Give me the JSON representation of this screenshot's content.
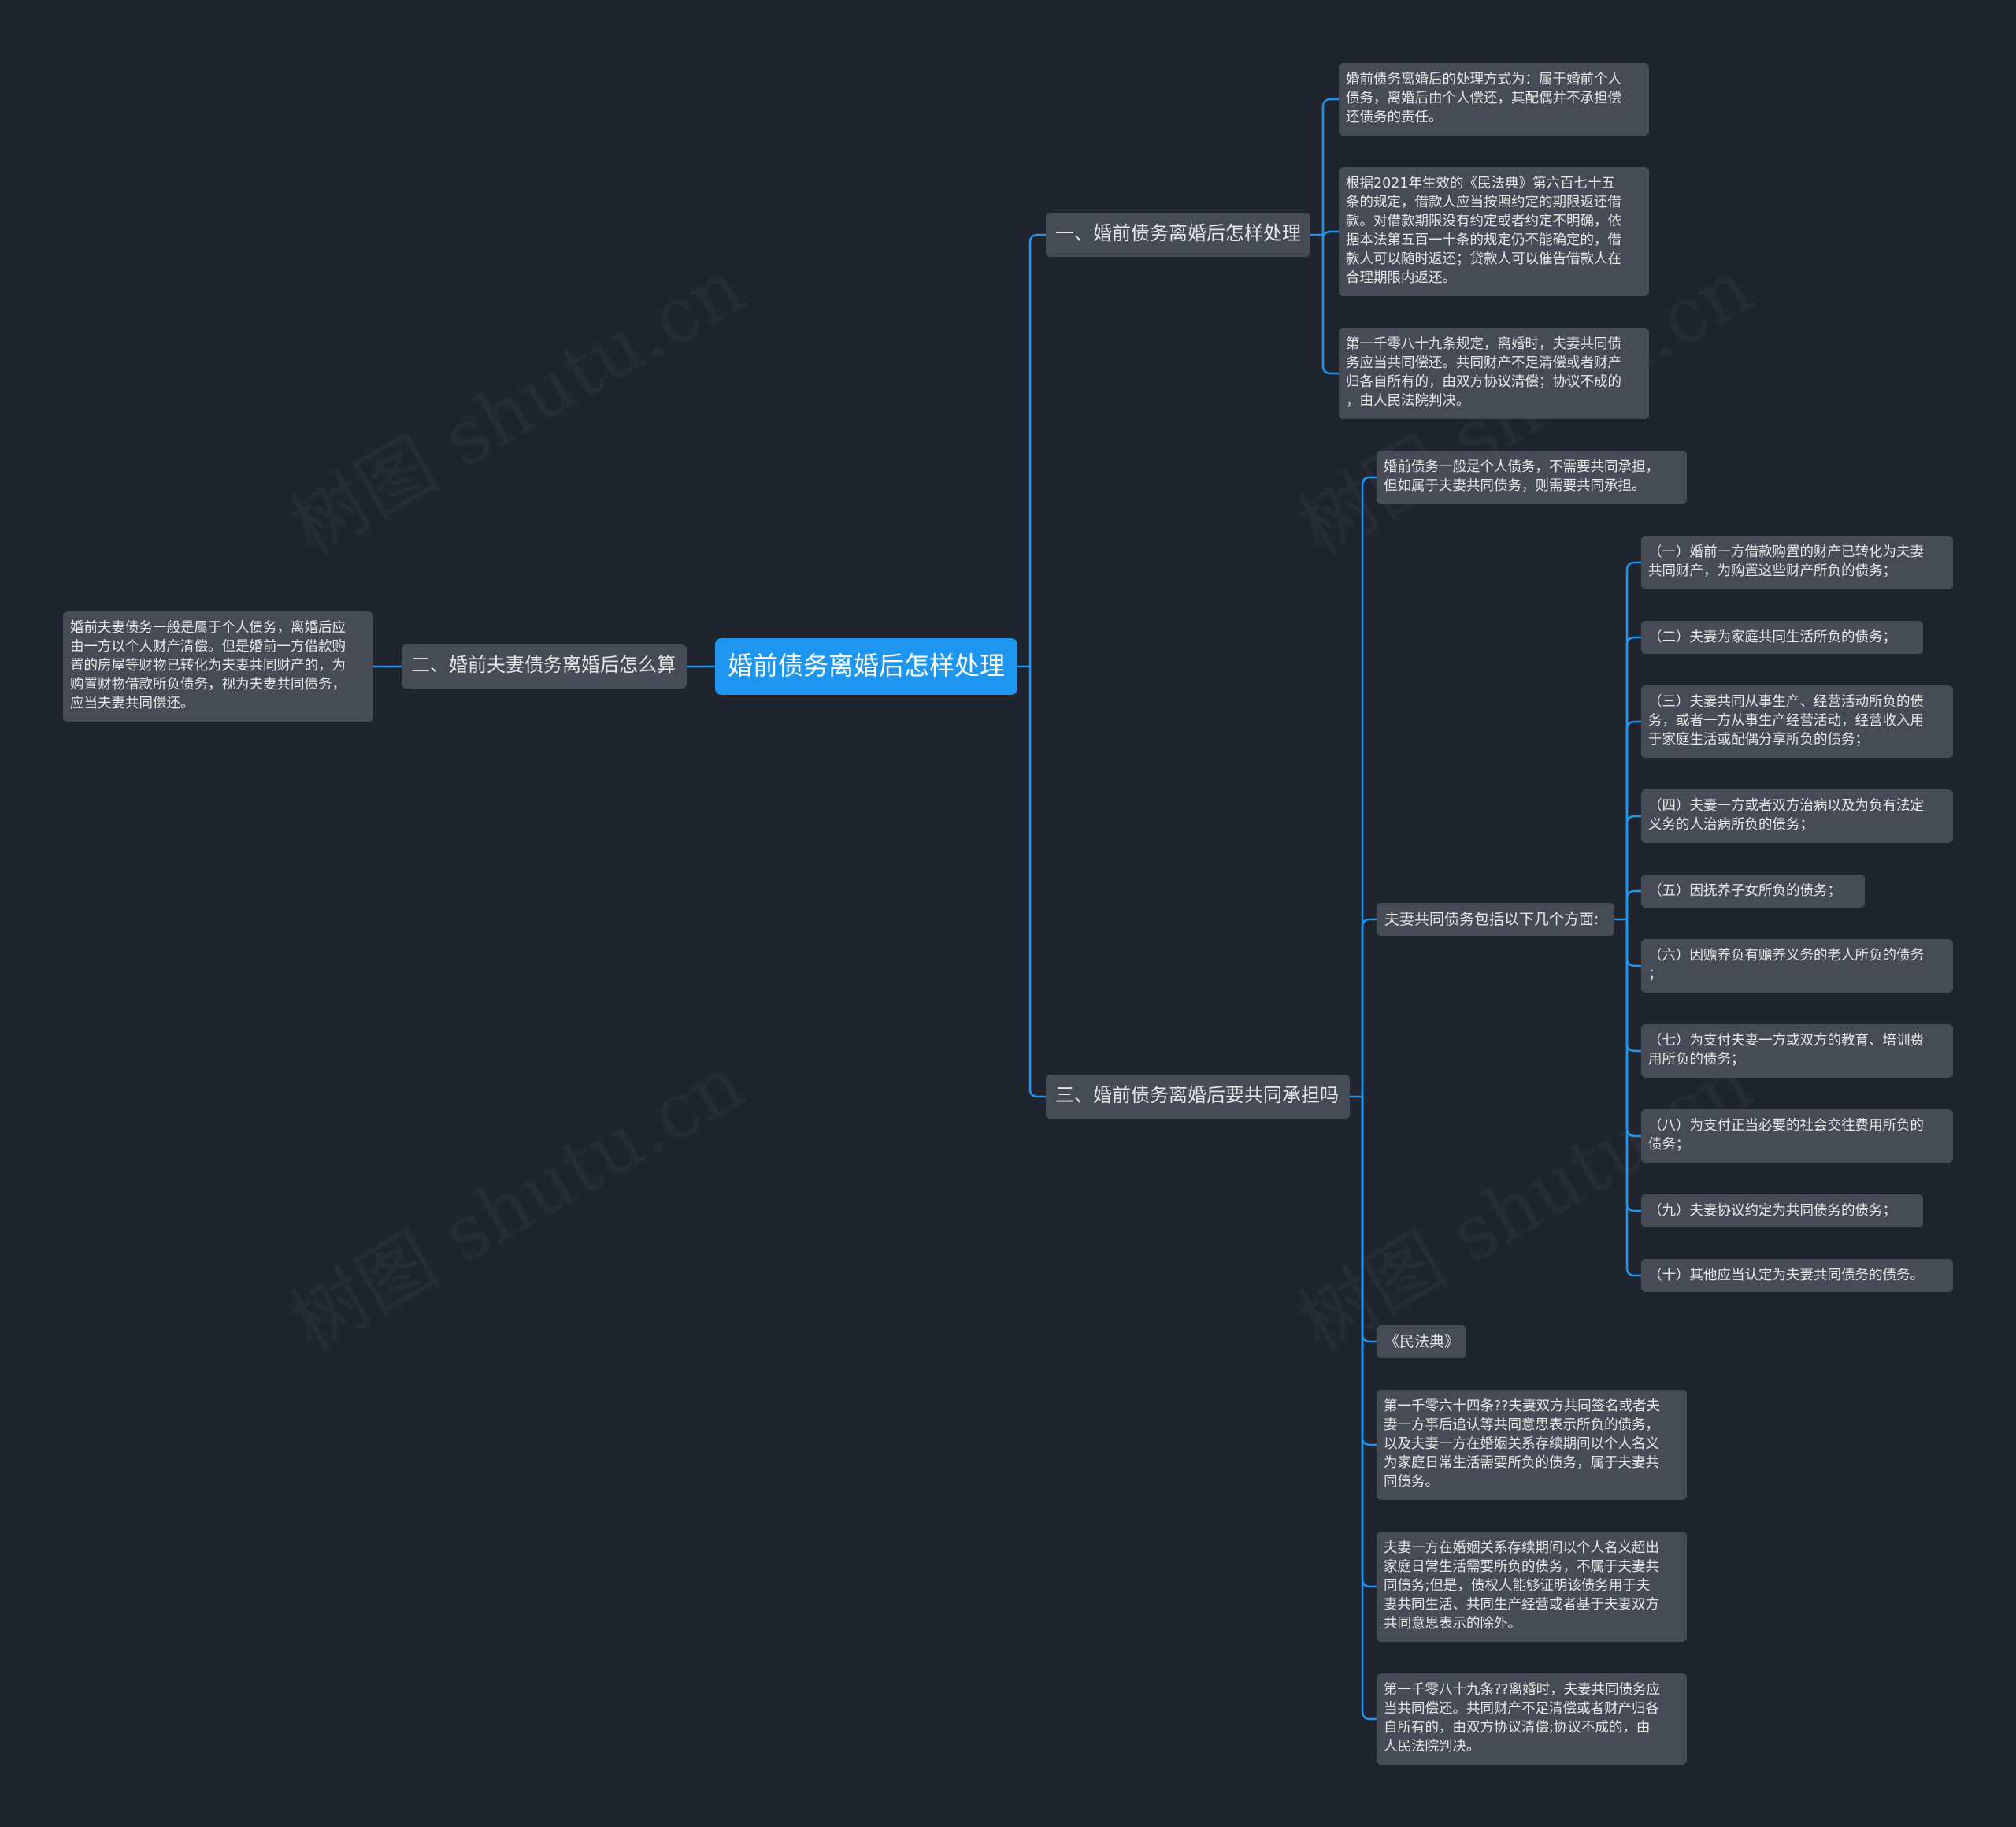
{
  "root": "婚前债务离婚后怎样处理",
  "watermark": "树图 shutu.cn",
  "branch1": {
    "title": "一、婚前债务离婚后怎样处理",
    "children": [
      "婚前债务离婚后的处理方式为：属于婚前个人\n债务，离婚后由个人偿还，其配偶并不承担偿\n还债务的责任。",
      "根据2021年生效的《民法典》第六百七十五\n条的规定，借款人应当按照约定的期限返还借\n款。对借款期限没有约定或者约定不明确，依\n据本法第五百一十条的规定仍不能确定的，借\n款人可以随时返还；贷款人可以催告借款人在\n合理期限内返还。",
      "第一千零八十九条规定，离婚时，夫妻共同债\n务应当共同偿还。共同财产不足清偿或者财产\n归各自所有的，由双方协议清偿；协议不成的\n，由人民法院判决。"
    ]
  },
  "branch2": {
    "title": "二、婚前夫妻债务离婚后怎么算",
    "children": [
      "婚前夫妻债务一般是属于个人债务，离婚后应\n由一方以个人财产清偿。但是婚前一方借款购\n置的房屋等财物已转化为夫妻共同财产的，为\n购置财物借款所负债务，视为夫妻共同债务，\n应当夫妻共同偿还。"
    ]
  },
  "branch3": {
    "title": "三、婚前债务离婚后要共同承担吗",
    "child1": "婚前债务一般是个人债务，不需要共同承担，\n但如属于夫妻共同债务，则需要共同承担。",
    "child2": {
      "title": "夫妻共同债务包括以下几个方面:",
      "items": [
        "（一）婚前一方借款购置的财产已转化为夫妻\n共同财产，为购置这些财产所负的债务；",
        "（二）夫妻为家庭共同生活所负的债务；",
        "（三）夫妻共同从事生产、经营活动所负的债\n务，或者一方从事生产经营活动，经营收入用\n于家庭生活或配偶分享所负的债务；",
        "（四）夫妻一方或者双方治病以及为负有法定\n义务的人治病所负的债务；",
        "（五）因抚养子女所负的债务；",
        "（六）因赡养负有赡养义务的老人所负的债务\n；",
        "（七）为支付夫妻一方或双方的教育、培训费\n用所负的债务；",
        "（八）为支付正当必要的社会交往费用所负的\n债务；",
        "（九）夫妻协议约定为共同债务的债务；",
        "（十）其他应当认定为夫妻共同债务的债务。"
      ]
    },
    "child3": "《民法典》",
    "child4": "第一千零六十四条??夫妻双方共同签名或者夫\n妻一方事后追认等共同意思表示所负的债务，\n以及夫妻一方在婚姻关系存续期间以个人名义\n为家庭日常生活需要所负的债务，属于夫妻共\n同债务。",
    "child5": "夫妻一方在婚姻关系存续期间以个人名义超出\n家庭日常生活需要所负的债务，不属于夫妻共\n同债务;但是，债权人能够证明该债务用于夫\n妻共同生活、共同生产经营或者基于夫妻双方\n共同意思表示的除外。",
    "child6": "第一千零八十九条??离婚时，夫妻共同债务应\n当共同偿还。共同财产不足清偿或者财产归各\n自所有的，由双方协议清偿;协议不成的，由\n人民法院判决。"
  },
  "colors": {
    "background": "#20242f",
    "node": "#474b55",
    "root": "#1e96f0",
    "link": "#1e96f0",
    "text": "#e6e6e6"
  }
}
